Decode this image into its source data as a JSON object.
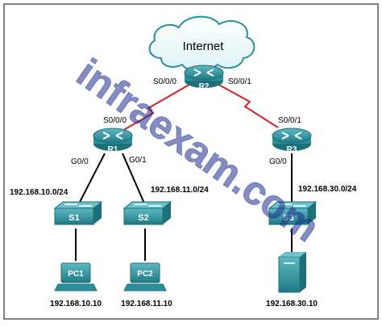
{
  "cloud": {
    "label": "Internet"
  },
  "routers": [
    {
      "id": "r2",
      "label": "R2"
    },
    {
      "id": "r1",
      "label": "R1"
    },
    {
      "id": "r3",
      "label": "R3"
    }
  ],
  "switches": [
    {
      "id": "s1",
      "label": "S1"
    },
    {
      "id": "s2",
      "label": "S2"
    },
    {
      "id": "s3",
      "label": "S3"
    }
  ],
  "hosts": [
    {
      "id": "pc1",
      "label": "PC1",
      "ip": "192.168.10.10"
    },
    {
      "id": "pc2",
      "label": "PC2",
      "ip": "192.168.11.10"
    },
    {
      "id": "server",
      "label": "",
      "ip": "192.168.30.10"
    }
  ],
  "interfaces": {
    "r2_left": "S0/0/0",
    "r2_right": "S0/0/1",
    "r1_serial": "S0/0/0",
    "r3_serial": "S0/0/1",
    "r1_g00": "G0/0",
    "r1_g01": "G0/1",
    "r3_g00": "G0/0"
  },
  "networks": {
    "lan1": "192.168.10.0/24",
    "lan2": "192.168.11.0/24",
    "lan3": "192.168.30.0/24"
  },
  "watermark": "infraexam.com",
  "colors": {
    "device_teal": "#2b8f9a",
    "serial_link": "#d2232a",
    "ethernet_link": "#000000",
    "watermark": "#1e2f8f"
  }
}
